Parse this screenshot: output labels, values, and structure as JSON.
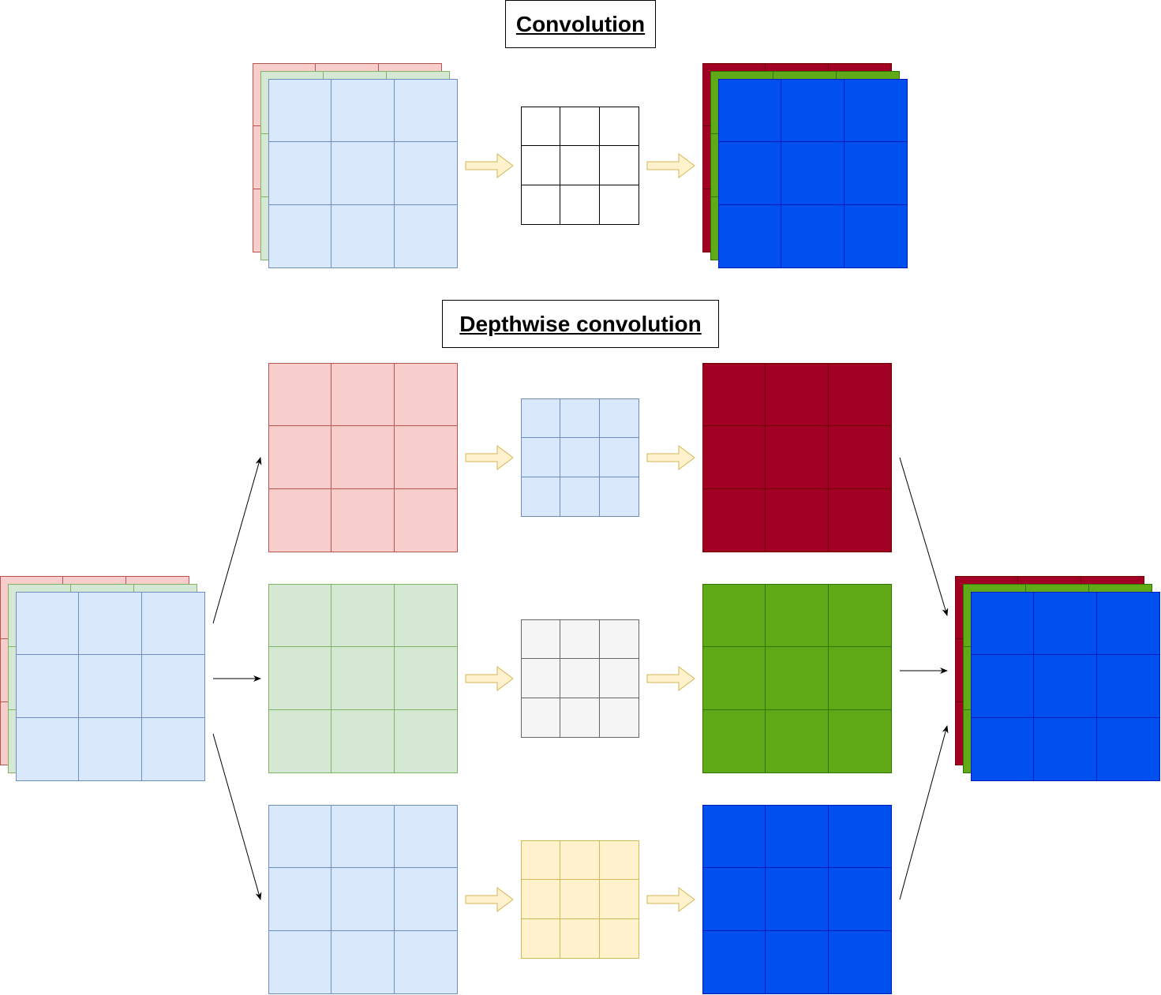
{
  "titles": {
    "convolution": "Convolution",
    "depthwise": "Depthwise convolution"
  },
  "palette": {
    "red_light": {
      "fill": "#f8cecc",
      "stroke": "#b85450"
    },
    "green_light": {
      "fill": "#d5e8d4",
      "stroke": "#82b366"
    },
    "blue_light": {
      "fill": "#dae8fc",
      "stroke": "#6c8ebf"
    },
    "white": {
      "fill": "#ffffff",
      "stroke": "#000000"
    },
    "gray_light": {
      "fill": "#f5f5f5",
      "stroke": "#666666"
    },
    "yellow_light": {
      "fill": "#fff2cc",
      "stroke": "#d6b656"
    },
    "red_dark": {
      "fill": "#a20025",
      "stroke": "#6f0000"
    },
    "green_dark": {
      "fill": "#60a917",
      "stroke": "#2d7600"
    },
    "blue_dark": {
      "fill": "#0050ef",
      "stroke": "#001dbc"
    },
    "block_arrow": {
      "fill": "#fff2cc",
      "stroke": "#d6b656"
    },
    "line_arrow": "#000000"
  },
  "grid_size": 3,
  "grids": [
    {
      "name": "conv-input-red-layer",
      "color": "red_light"
    },
    {
      "name": "conv-input-green-layer",
      "color": "green_light"
    },
    {
      "name": "conv-input-blue-layer",
      "color": "blue_light"
    },
    {
      "name": "conv-kernel",
      "color": "white"
    },
    {
      "name": "conv-output-red-layer",
      "color": "red_dark"
    },
    {
      "name": "conv-output-green-layer",
      "color": "green_dark"
    },
    {
      "name": "conv-output-blue-layer",
      "color": "blue_dark"
    },
    {
      "name": "dw-input-red-layer",
      "color": "red_light"
    },
    {
      "name": "dw-input-green-layer",
      "color": "green_light"
    },
    {
      "name": "dw-input-blue-layer",
      "color": "blue_light"
    },
    {
      "name": "dw-channel-red",
      "color": "red_light"
    },
    {
      "name": "dw-channel-green",
      "color": "green_light"
    },
    {
      "name": "dw-channel-blue",
      "color": "blue_light"
    },
    {
      "name": "dw-kernel-blue",
      "color": "blue_light"
    },
    {
      "name": "dw-kernel-gray",
      "color": "gray_light"
    },
    {
      "name": "dw-kernel-yellow",
      "color": "yellow_light"
    },
    {
      "name": "dw-output-red",
      "color": "red_dark"
    },
    {
      "name": "dw-output-green",
      "color": "green_dark"
    },
    {
      "name": "dw-output-blue",
      "color": "blue_dark"
    },
    {
      "name": "dw-result-red-layer",
      "color": "red_dark"
    },
    {
      "name": "dw-result-green-layer",
      "color": "green_dark"
    },
    {
      "name": "dw-result-blue-layer",
      "color": "blue_dark"
    }
  ]
}
